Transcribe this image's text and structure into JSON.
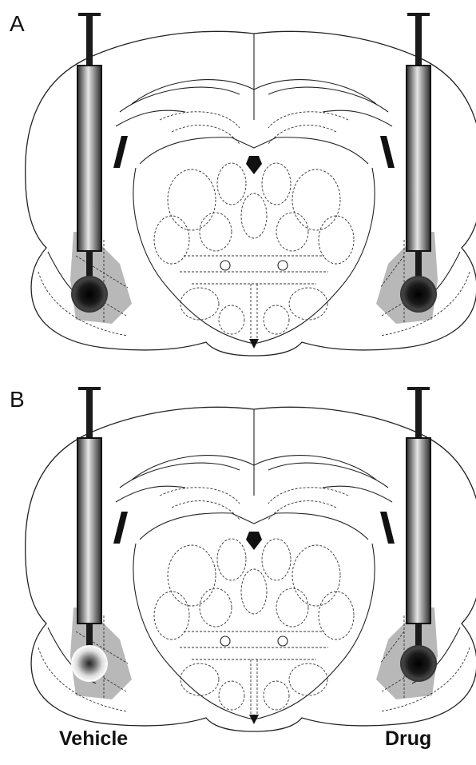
{
  "panels": [
    {
      "label": "A",
      "left_injection": "dark",
      "right_injection": "dark"
    },
    {
      "label": "B",
      "left_injection": "pale",
      "right_injection": "dark"
    }
  ],
  "conditions": {
    "left": "Vehicle",
    "right": "Drug"
  },
  "colors": {
    "outline": "#222222",
    "shaded_region": "#b8b8b8",
    "syringe_dark": "#1a1a1a",
    "syringe_light": "#e0e0e0"
  }
}
